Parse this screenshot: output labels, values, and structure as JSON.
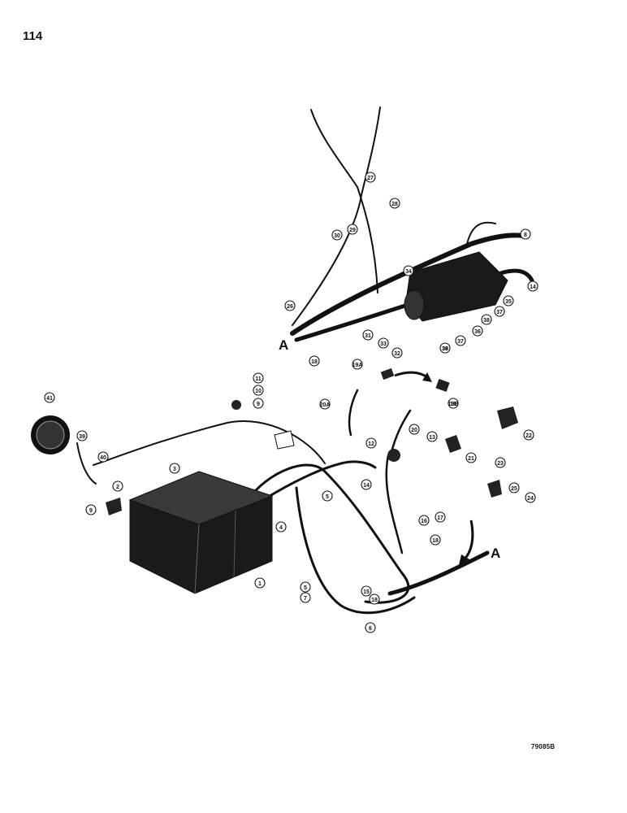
{
  "page": {
    "number": "114",
    "code": "79085B"
  },
  "section_labels": [
    "A",
    "A"
  ],
  "callouts": [
    "1",
    "2",
    "3",
    "4",
    "5",
    "5",
    "7",
    "6",
    "8",
    "9",
    "9",
    "10",
    "11",
    "12",
    "13",
    "14",
    "14",
    "15",
    "16",
    "17",
    "18",
    "18",
    "18",
    "18",
    "19A",
    "19B",
    "20",
    "20A",
    "21",
    "22",
    "23",
    "24",
    "25",
    "26",
    "27",
    "28",
    "29",
    "30",
    "31",
    "32",
    "33",
    "34",
    "35",
    "36",
    "37",
    "37",
    "38",
    "38",
    "39",
    "39",
    "39",
    "40",
    "41"
  ]
}
